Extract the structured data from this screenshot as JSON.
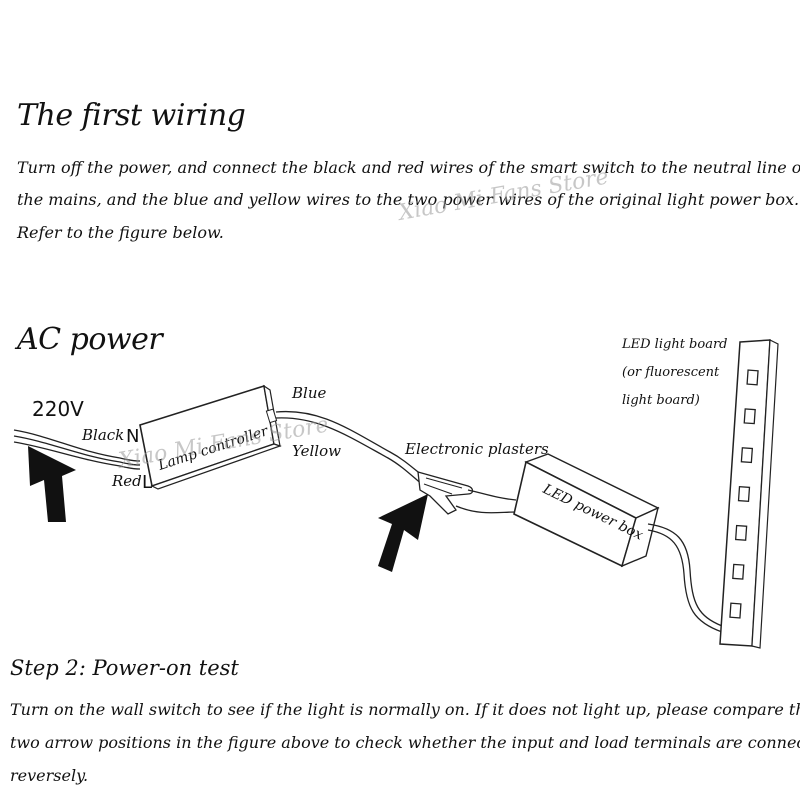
{
  "title": "The first wiring",
  "intro": {
    "line1": "Turn off the power, and connect the black and red wires of the smart switch to the neutral line of",
    "line2": "the mains, and the blue and yellow wires to the two power wires of the original light power box.",
    "line3": "Refer to the figure below."
  },
  "diagram": {
    "section_title": "AC power",
    "voltage": "220V",
    "black_label": "Black",
    "n_label": "N",
    "red_label": "Red",
    "l_label": "L",
    "controller_label": "Lamp controller",
    "blue_label": "Blue",
    "yellow_label": "Yellow",
    "plasters_label": "Electronic plasters",
    "power_box_label": "LED power box",
    "led_board_l1": "LED light board",
    "led_board_l2": "(or fluorescent",
    "led_board_l3": "light board)",
    "watermark": "Xiao Mi Fans Store",
    "led_count": 7
  },
  "step2": {
    "title": "Step 2: Power-on test",
    "line1": "Turn on the wall switch to see if the light is normally on. If it does not light up, please compare the",
    "line2": "two arrow positions in the figure above to check whether the input and load terminals are connected",
    "line3": "reversely."
  }
}
